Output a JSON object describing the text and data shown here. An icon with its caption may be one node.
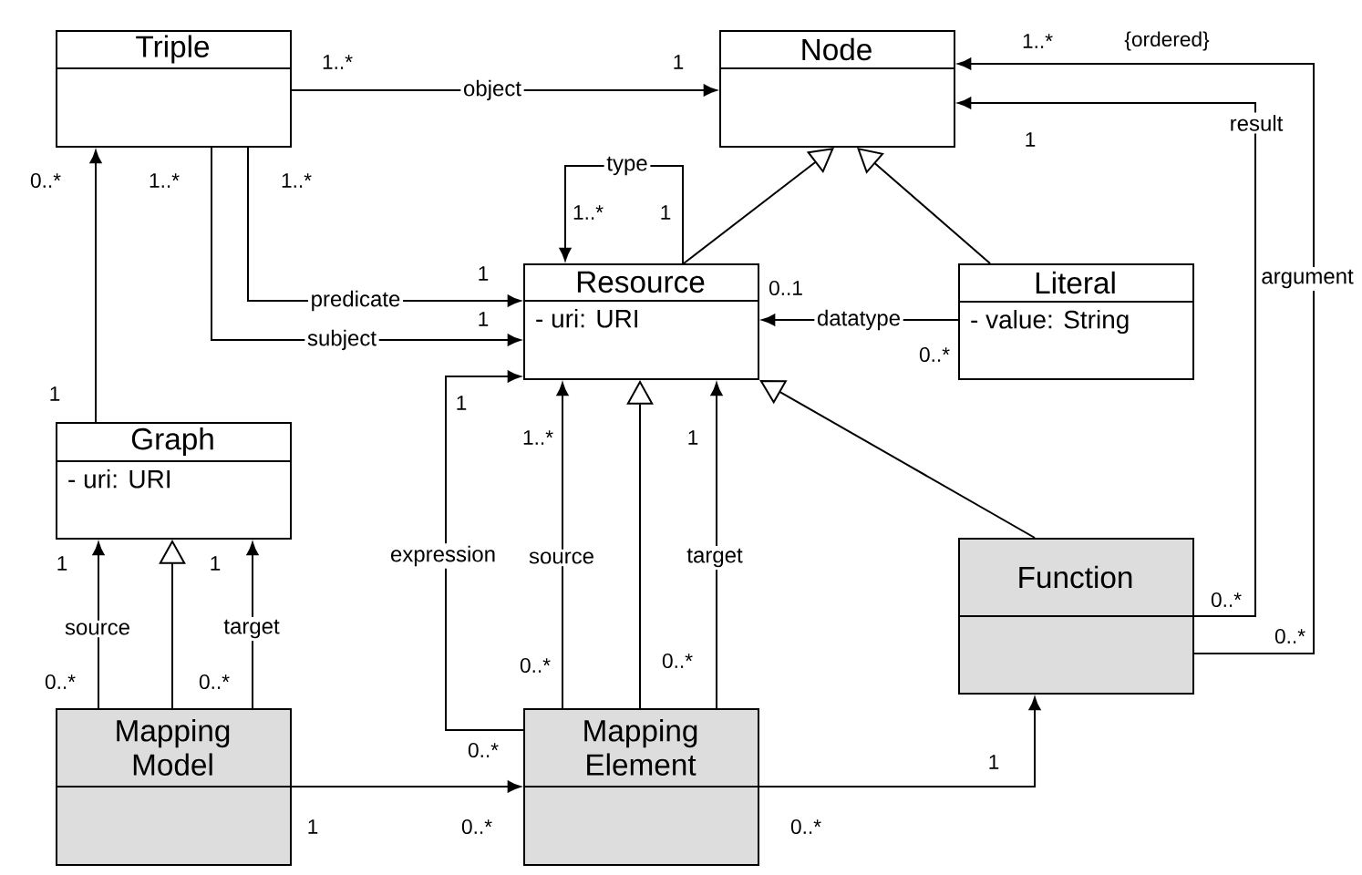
{
  "diagram": {
    "nodes": [
      {
        "text": [
          "Triple"
        ]
      },
      {
        "text": [
          "Node"
        ]
      },
      {
        "text": [
          "Resource",
          "- uri: URI"
        ]
      },
      {
        "text": [
          "Literal",
          "- value: String"
        ]
      },
      {
        "text": [
          "Graph",
          "- uri: URI"
        ]
      },
      {
        "text": [
          "Function"
        ]
      },
      {
        "text": [
          "Mapping Model"
        ]
      },
      {
        "text": [
          "Mapping Element"
        ]
      }
    ],
    "edges": [
      {
        "from": 0,
        "to": 1,
        "arrow": "to",
        "label": "object"
      },
      {
        "from": 0,
        "to": 2,
        "arrow": "to",
        "label": "predicate"
      },
      {
        "from": 0,
        "to": 2,
        "arrow": "to",
        "label": "subject"
      },
      {
        "from": 2,
        "to": 2,
        "arrow": "to",
        "label": "type"
      },
      {
        "from": 2,
        "to": 1,
        "arrow": "to"
      },
      {
        "from": 3,
        "to": 1,
        "arrow": "to"
      },
      {
        "from": 3,
        "to": 2,
        "arrow": "to",
        "label": "datatype"
      },
      {
        "from": 4,
        "to": 0,
        "arrow": "to"
      },
      {
        "from": 6,
        "to": 4,
        "arrow": "to",
        "label": "source"
      },
      {
        "from": 6,
        "to": 4,
        "arrow": "to"
      },
      {
        "from": 6,
        "to": 4,
        "arrow": "to",
        "label": "target"
      },
      {
        "from": 7,
        "to": 2,
        "arrow": "to",
        "label": "expression"
      },
      {
        "from": 7,
        "to": 2,
        "arrow": "to",
        "label": "source"
      },
      {
        "from": 7,
        "to": 2,
        "arrow": "to"
      },
      {
        "from": 7,
        "to": 2,
        "arrow": "to",
        "label": "target"
      },
      {
        "from": 5,
        "to": 2,
        "arrow": "to"
      },
      {
        "from": 6,
        "to": 7,
        "arrow": "to"
      },
      {
        "from": 7,
        "to": 5,
        "arrow": "to"
      },
      {
        "from": 5,
        "to": 1,
        "arrow": "to",
        "label": "result"
      },
      {
        "from": 5,
        "to": 1,
        "arrow": "to",
        "label": "argument"
      }
    ],
    "labels": [
      "1..*",
      "{ordered}",
      "1..*",
      "1",
      "1",
      "0..*",
      "1..*",
      "1..*",
      "1..*",
      "1",
      "1",
      "0..1",
      "1",
      "0..*",
      "1",
      "1",
      "1..*",
      "1",
      "1",
      "1",
      "0..*",
      "0..*",
      "0..*",
      "0..*",
      "0..*",
      "0..*",
      "0..*",
      "1",
      "1",
      "0..*",
      "0..*"
    ]
  }
}
